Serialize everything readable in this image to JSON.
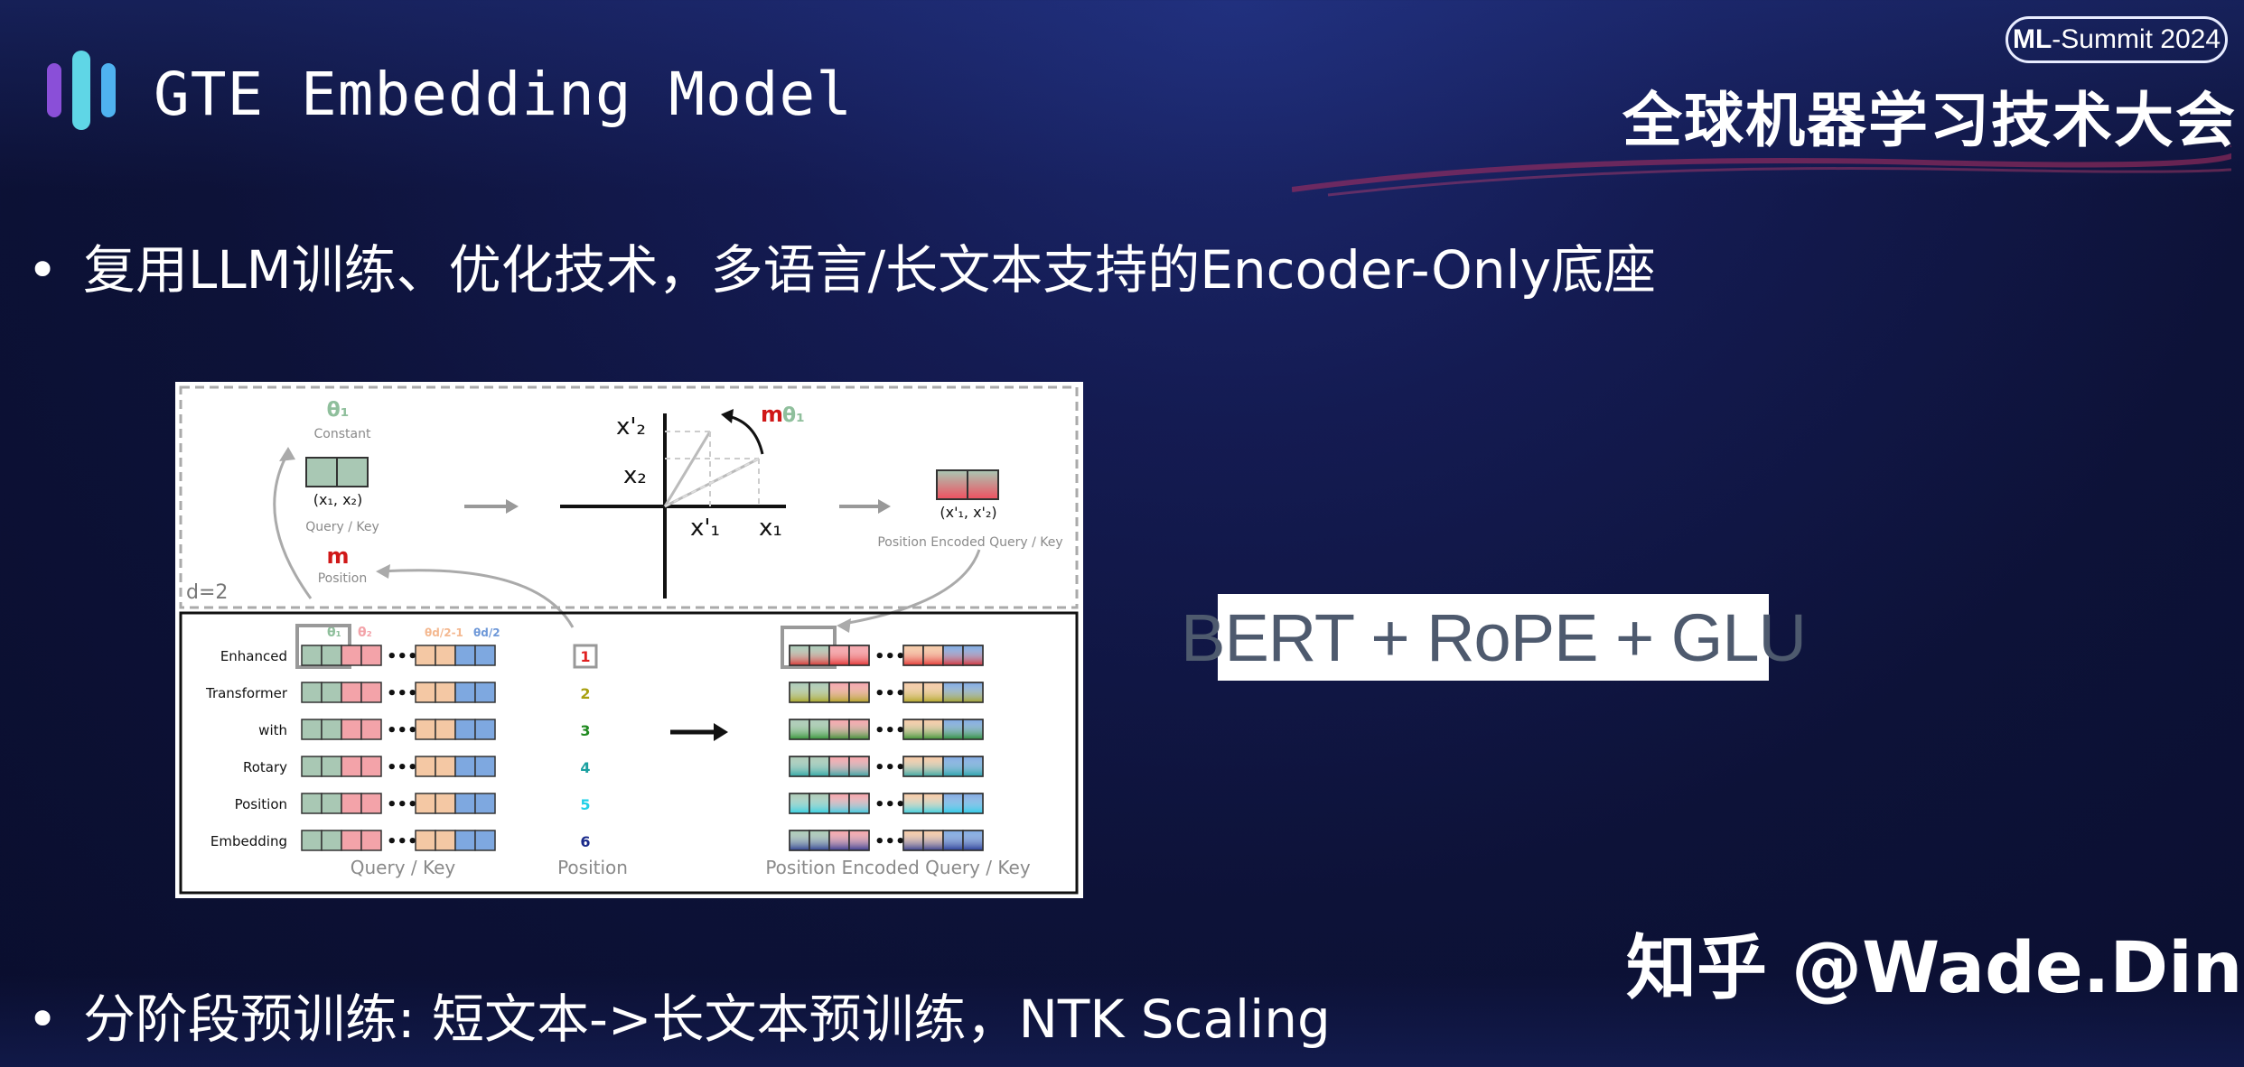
{
  "header": {
    "title": "GTE Embedding Model",
    "summit_badge_bold": "ML",
    "summit_badge_rest": "-Summit 2024",
    "conference_name": "全球机器学习技术大会"
  },
  "bullets": [
    "复用LLM训练、优化技术，多语言/长文本支持的Encoder-Only底座",
    "分阶段预训练: 短文本->长文本预训练，NTK Scaling"
  ],
  "figure": {
    "top": {
      "theta_label": "θ₁",
      "constant_label": "Constant",
      "pair_label": "(x₁, x₂)",
      "query_key_label": "Query / Key",
      "m_label": "m",
      "position_label": "Position",
      "d_label": "d=2",
      "axis_x2_prime": "x'₂",
      "axis_x2": "x₂",
      "axis_x1_prime": "x'₁",
      "axis_x1": "x₁",
      "rotation_label_m": "m",
      "rotation_label_theta": "θ₁",
      "encoded_pair_label": "(x'₁, x'₂)",
      "encoded_caption": "Position Encoded Query / Key"
    },
    "bottom": {
      "header_thetas": [
        "θ₁",
        "θ₂",
        "θd/2-1",
        "θd/2"
      ],
      "words": [
        "Enhanced",
        "Transformer",
        "with",
        "Rotary",
        "Position",
        "Embedding"
      ],
      "positions": [
        "1",
        "2",
        "3",
        "4",
        "5",
        "6"
      ],
      "ellipsis": "•••",
      "caption_query_key": "Query / Key",
      "caption_position": "Position",
      "caption_encoded": "Position Encoded Query / Key"
    }
  },
  "formula": "BERT + RoPE + GLU",
  "watermark": "知乎 @Wade.Ding",
  "colors": {
    "green_cell": "#a9c8b4",
    "red_cell": "#f3a3a9",
    "orange_cell": "#f4c8a4",
    "blue_cell": "#7ea8e0",
    "position_colors": [
      "#e02020",
      "#a8a010",
      "#208a20",
      "#1aa0a0",
      "#20d0e8",
      "#1a2a8a"
    ]
  }
}
